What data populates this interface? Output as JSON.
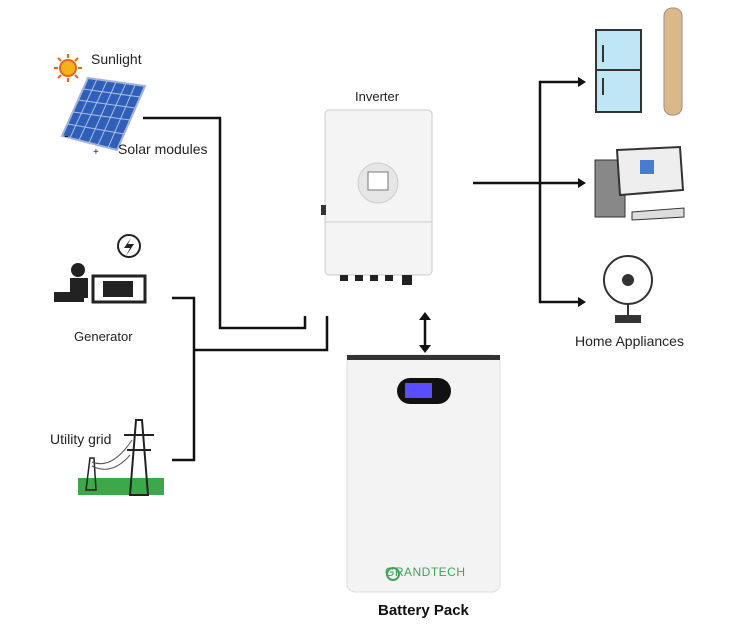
{
  "labels": {
    "sunlight": "Sunlight",
    "solar_modules": "Solar modules",
    "inverter": "Inverter",
    "generator": "Generator",
    "utility_grid": "Utility grid",
    "home_appliances": "Home Appliances",
    "battery_pack": "Battery Pack",
    "brand": "GRANDTECH",
    "minus": "-",
    "plus": "+"
  },
  "colors": {
    "line": "#111111",
    "panel": "#2f5fb8",
    "sun": "#f08a1c",
    "brand": "#3fa35a",
    "screen": "#5a4cff"
  }
}
